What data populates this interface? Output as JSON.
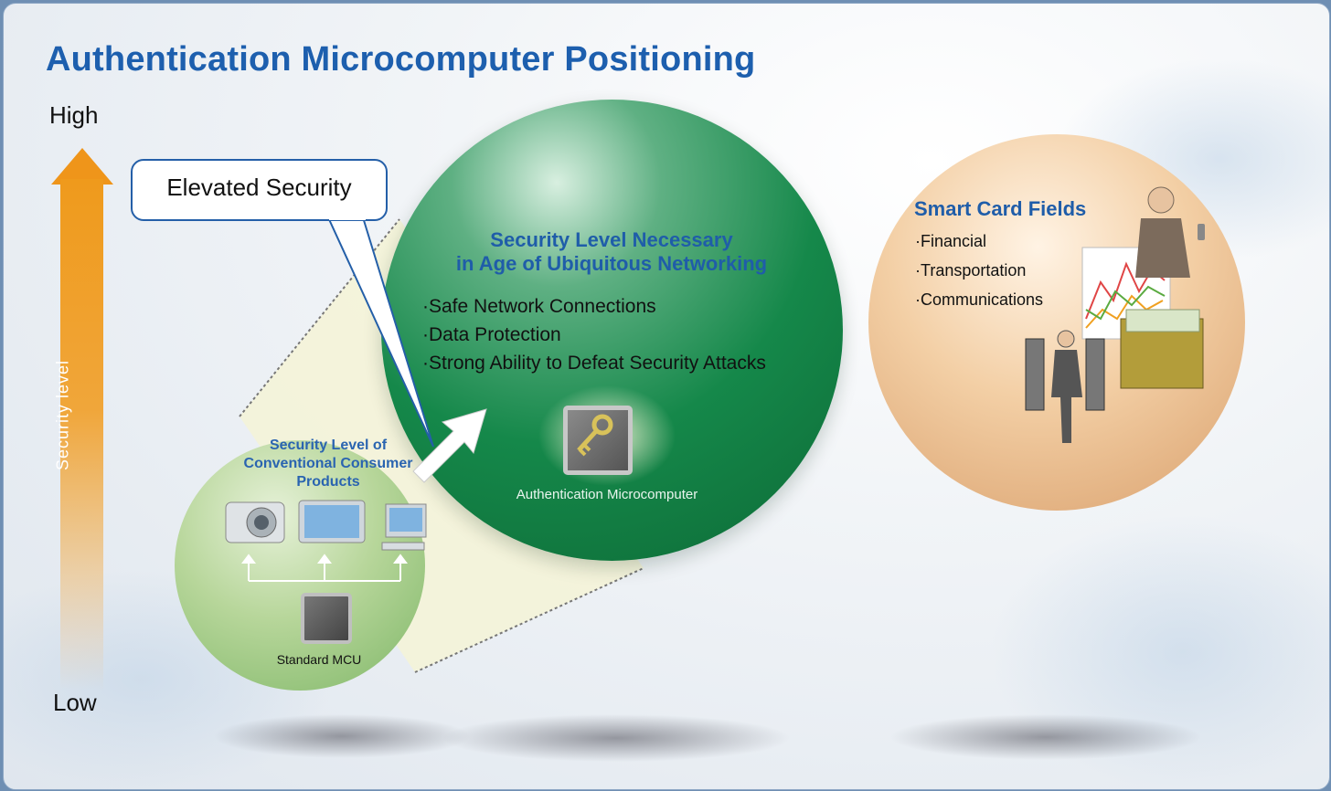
{
  "title": "Authentication Microcomputer Positioning",
  "axis": {
    "high": "High",
    "low": "Low",
    "label": "Security level"
  },
  "callout": "Elevated Security",
  "conventional": {
    "heading": "Security Level of Conventional Consumer Products",
    "chip_label": "Standard MCU",
    "devices": [
      "camera-icon",
      "tv-icon",
      "computer-icon"
    ]
  },
  "ubiquitous": {
    "heading_line1": "Security Level Necessary",
    "heading_line2": "in Age of Ubiquitous Networking",
    "items": [
      "·Safe Network Connections",
      "·Data Protection",
      "·Strong Ability to Defeat Security Attacks"
    ],
    "chip_label": "Authentication Microcomputer"
  },
  "smart_card": {
    "heading": "Smart Card Fields",
    "items": [
      "·Financial",
      "·Transportation",
      "·Communications"
    ]
  },
  "colors": {
    "title": "#1d5fae",
    "axis": "#ef951a",
    "big_circle": "#15884a",
    "small_circle": "#a8cf8a",
    "right_circle": "#efc393"
  }
}
